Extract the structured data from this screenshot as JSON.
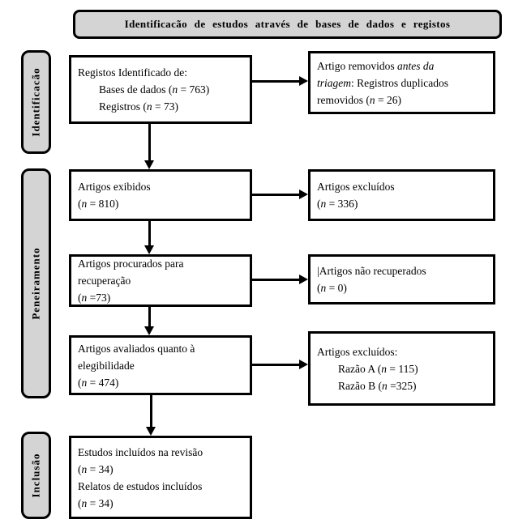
{
  "title": "Identificacão de estudos através de bases de dados e registos",
  "colors": {
    "border": "#000000",
    "panel_fill": "#d4d4d4",
    "box_fill": "#ffffff",
    "text": "#000000",
    "background": "#ffffff"
  },
  "sidebar": [
    {
      "label": "Identificacão"
    },
    {
      "label": "Peneiramento"
    },
    {
      "label": "Inclusão"
    }
  ],
  "boxes": {
    "records_identified": {
      "lines": [
        {
          "segments": [
            {
              "text": "Registos Identificado de:"
            }
          ]
        },
        {
          "indent": true,
          "segments": [
            {
              "text": "Bases de dados ("
            },
            {
              "text": "n",
              "italic": true
            },
            {
              "text": " = 763)"
            }
          ]
        },
        {
          "indent": true,
          "segments": [
            {
              "text": "Registros ("
            },
            {
              "text": "n",
              "italic": true
            },
            {
              "text": " = 73)"
            }
          ]
        }
      ]
    },
    "records_removed": {
      "lines": [
        {
          "segments": [
            {
              "text": "Artigo removidos "
            },
            {
              "text": "antes da",
              "italic": true
            }
          ]
        },
        {
          "segments": [
            {
              "text": "triagem",
              "italic": true
            },
            {
              "text": ": Registros duplicados"
            }
          ]
        },
        {
          "segments": [
            {
              "text": "removidos ("
            },
            {
              "text": "n",
              "italic": true
            },
            {
              "text": " = 26)"
            }
          ]
        }
      ]
    },
    "records_screened": {
      "lines": [
        {
          "segments": [
            {
              "text": "Artigos exibidos"
            }
          ]
        },
        {
          "segments": [
            {
              "text": "("
            },
            {
              "text": "n",
              "italic": true
            },
            {
              "text": " = 810)"
            }
          ]
        }
      ]
    },
    "records_excluded": {
      "lines": [
        {
          "segments": [
            {
              "text": "Artigos excluídos"
            }
          ]
        },
        {
          "segments": [
            {
              "text": "("
            },
            {
              "text": "n",
              "italic": true
            },
            {
              "text": " = 336)"
            }
          ]
        }
      ]
    },
    "reports_sought": {
      "lines": [
        {
          "segments": [
            {
              "text": "Artigos procurados para"
            }
          ]
        },
        {
          "segments": [
            {
              "text": "recuperação"
            }
          ]
        },
        {
          "segments": [
            {
              "text": "("
            },
            {
              "text": "n",
              "italic": true
            },
            {
              "text": " =73)"
            }
          ]
        }
      ]
    },
    "reports_not_retrieved": {
      "lines": [
        {
          "segments": [
            {
              "text": "|Artigos não recuperados"
            }
          ]
        },
        {
          "segments": [
            {
              "text": "("
            },
            {
              "text": "n",
              "italic": true
            },
            {
              "text": " = 0)"
            }
          ]
        }
      ]
    },
    "reports_assessed": {
      "lines": [
        {
          "segments": [
            {
              "text": "Artigos avaliados quanto à"
            }
          ]
        },
        {
          "segments": [
            {
              "text": "elegibilidade"
            }
          ]
        },
        {
          "segments": [
            {
              "text": "("
            },
            {
              "text": "n",
              "italic": true
            },
            {
              "text": " = 474)"
            }
          ]
        }
      ]
    },
    "reports_excluded": {
      "lines": [
        {
          "segments": [
            {
              "text": "Artigos excluídos:"
            }
          ]
        },
        {
          "indent": true,
          "segments": [
            {
              "text": "Razão  A ("
            },
            {
              "text": "n",
              "italic": true
            },
            {
              "text": " = 115)"
            }
          ]
        },
        {
          "indent": true,
          "segments": [
            {
              "text": "Razão  B ("
            },
            {
              "text": "n",
              "italic": true
            },
            {
              "text": " =325)"
            }
          ]
        }
      ]
    },
    "studies_included": {
      "lines": [
        {
          "segments": [
            {
              "text": "Estudos incluídos na revisão"
            }
          ]
        },
        {
          "segments": [
            {
              "text": "("
            },
            {
              "text": "n",
              "italic": true
            },
            {
              "text": " = 34)"
            }
          ]
        },
        {
          "segments": [
            {
              "text": "Relatos de estudos incluídos"
            }
          ]
        },
        {
          "segments": [
            {
              "text": "("
            },
            {
              "text": "n",
              "italic": true
            },
            {
              "text": " = 34)"
            }
          ]
        }
      ]
    }
  }
}
